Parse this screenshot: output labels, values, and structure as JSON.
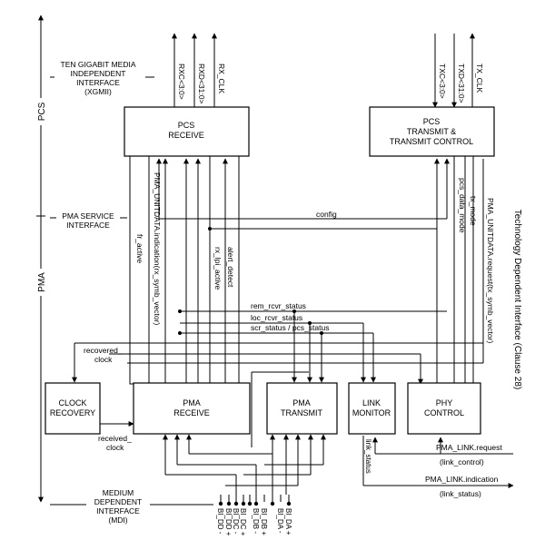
{
  "layer_labels": {
    "pcs": "PCS",
    "pma": "PMA"
  },
  "interfaces": {
    "xgmii": [
      "TEN GIGABIT MEDIA",
      "INDEPENDENT",
      "INTERFACE",
      "(XGMII)"
    ],
    "pma_service": [
      "PMA SERVICE",
      "INTERFACE"
    ],
    "mdi": [
      "MEDIUM",
      "DEPENDENT",
      "INTERFACE",
      "(MDI)"
    ],
    "tdi": "Technology Dependent Interface (Clause 28)"
  },
  "blocks": {
    "pcs_receive": [
      "PCS",
      "RECEIVE"
    ],
    "pcs_transmit": [
      "PCS",
      "TRANSMIT &",
      "TRANSMIT CONTROL"
    ],
    "clock_recovery": [
      "CLOCK",
      "RECOVERY"
    ],
    "pma_receive": [
      "PMA",
      "RECEIVE"
    ],
    "pma_transmit": [
      "PMA",
      "TRANSMIT"
    ],
    "link_monitor": [
      "LINK",
      "MONITOR"
    ],
    "phy_control": [
      "PHY",
      "CONTROL"
    ]
  },
  "signals": {
    "rxc": "RXC<3:0>",
    "rxd": "RXD<31:0>",
    "rx_clk": "RX_CLK",
    "txc": "TXC<3:0>",
    "txd": "TXD<31:0>",
    "tx_clk": "TX_CLK",
    "fr_active": "fr_active",
    "pma_unitdata_ind": "PMA_UNITDATA.indication(rx_symb_vector)",
    "rx_lpi_active": "rx_lpi_active",
    "alert_detect": "alert_detect",
    "config": "config",
    "pcs_data_mode": "pcs_data_mode",
    "tx_mode": "tx_mode",
    "pma_unitdata_req": "PMA_UNITDATA.request(tx_symb_vector)",
    "rem_rcvr_status": "rem_rcvr_status",
    "loc_rcvr_status": "loc_rcvr_status",
    "scr_status": "scr_status / pcs_status",
    "recovered_clock_top": [
      "recovered_",
      "clock"
    ],
    "received_clock": [
      "received_",
      "clock"
    ],
    "link_status_vert": "link_status",
    "pma_link_request": "PMA_LINK.request",
    "link_control": "(link_control)",
    "pma_link_indication": "PMA_LINK.indication",
    "link_status": "(link_status)",
    "bi_da_plus": "BI_DA +",
    "bi_da_minus": "BI_DA -",
    "bi_db_plus": "BI_DB +",
    "bi_db_minus": "BI_DB -",
    "bi_dc_plus": "BI_DC +",
    "bi_dc_minus": "BI_DC -",
    "bi_dd_plus": "BI_DD +",
    "bi_dd_minus": "BI_DD -"
  }
}
